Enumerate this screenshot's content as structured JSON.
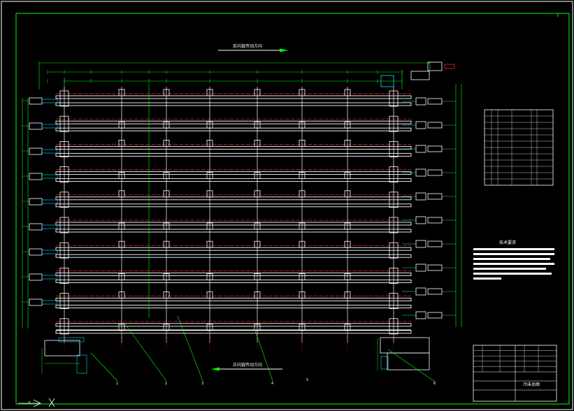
{
  "colors": {
    "background": "#000000",
    "frame": "#ffffff",
    "dimension": "#00ff00",
    "centerline": "#ff2020",
    "rail": "#ffffff",
    "bearing": "#ffffff",
    "detail_cyan": "#00e5ff",
    "text": "#ffffff"
  },
  "arrows": {
    "top_label": "反向链传动方向",
    "bottom_label": "正向链传动方向"
  },
  "notes": {
    "title": "技术要求"
  },
  "title_block": {
    "drawing_name": "冷床总图"
  },
  "callouts": [
    "1",
    "2",
    "3",
    "4",
    "5",
    "6",
    "7"
  ]
}
